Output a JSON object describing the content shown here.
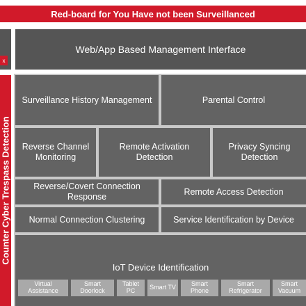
{
  "banner": {
    "title": "Red-board for You Have not been Surveillanced"
  },
  "side_panel": {
    "label": "Counter Cyber Trespass Detection",
    "tag": "x"
  },
  "management": {
    "label": "Web/App Based Management Interface"
  },
  "modules": {
    "surveillance_history": "Surveillance History Management",
    "parental_control": "Parental Control",
    "reverse_channel": "Reverse Channel Monitoring",
    "remote_activation": "Remote Activation Detection",
    "privacy_syncing": "Privacy Syncing Detection",
    "reverse_covert": "Reverse/Covert Connection Response",
    "remote_access": "Remote Access Detection",
    "normal_clustering": "Normal Connection Clustering",
    "service_identification": "Service Identification by Device"
  },
  "iot": {
    "title": "IoT Device Identification",
    "devices": [
      "Virtual Assistance",
      "Smart Doorlock",
      "Tablet PC",
      "Smart TV",
      "Smart Phone",
      "Smart Refrigerator",
      "Smart Vacuum"
    ]
  },
  "colors": {
    "accent_red": "#d11a2a",
    "box_gray": "#636363",
    "frame_gray": "#c9c9c9",
    "device_gray": "#a9a9a9"
  }
}
